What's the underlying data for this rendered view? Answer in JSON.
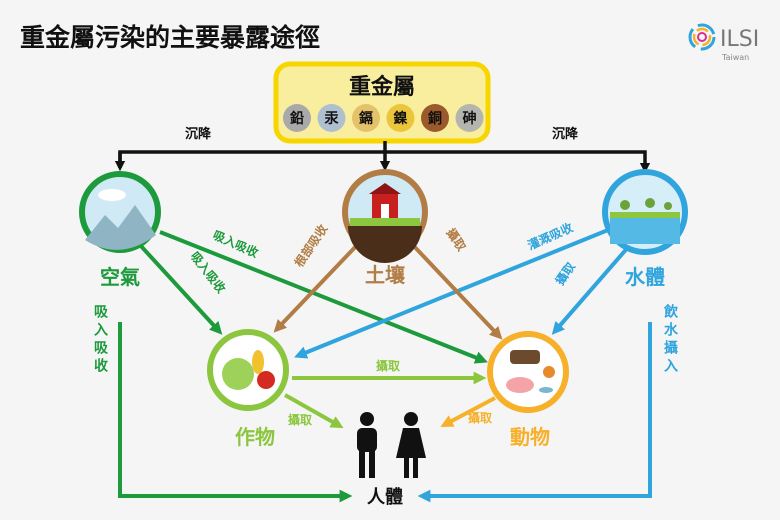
{
  "title": "重金屬污染的主要暴露途徑",
  "logo": {
    "name": "ILSI",
    "sub": "Taiwan"
  },
  "source": {
    "label": "重金屬",
    "metals": [
      "鉛",
      "汞",
      "鎘",
      "鎳",
      "銅",
      "砷"
    ]
  },
  "deposition_label": "沉降",
  "nodes": {
    "air": "空氣",
    "soil": "土壤",
    "water": "水體",
    "crops": "作物",
    "animals": "動物",
    "human": "人體"
  },
  "edges": {
    "air_crops": "吸入吸收",
    "air_animals": "吸入吸收",
    "air_human": "吸入吸收",
    "soil_crops": "根部吸收",
    "soil_animals": "攝取",
    "water_crops": "灌溉吸收",
    "water_animals": "攝取",
    "water_human": "飲水攝入",
    "crops_animals": "攝取",
    "crops_human": "攝取",
    "animals_human": "攝取"
  },
  "colors": {
    "air": "#1c9a3c",
    "soil": "#b27d45",
    "water": "#2fa4dd",
    "crops": "#8cc63f",
    "animals": "#f6b02a",
    "box_fill": "#f8ee9e",
    "box_border": "#f7d600"
  }
}
